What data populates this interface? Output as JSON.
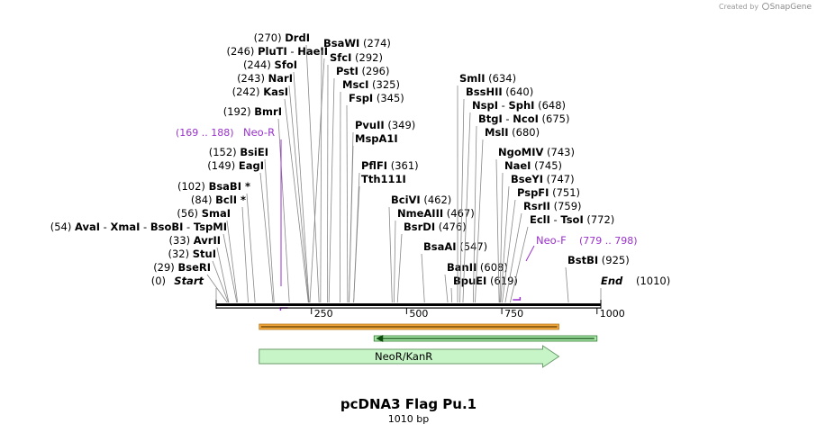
{
  "credit": {
    "created_by": "Created by",
    "brand": "SnapGene"
  },
  "sequence": {
    "name": "pcDNA3 Flag Pu.1",
    "length_label": "1010 bp",
    "length": 1010
  },
  "ruler": {
    "ticks": [
      250,
      500,
      750,
      1000
    ]
  },
  "colors": {
    "backbone": "#000000",
    "primer": "#9933cc",
    "feature_orange": "#f2a53a",
    "feature_green": "#2e7d2e",
    "arrow_fill": "#c8f5c8",
    "arrow_stroke": "#6a9a6a"
  },
  "ends": [
    {
      "name": "Start",
      "pos": "(0)",
      "bp": 0
    },
    {
      "name": "End",
      "pos": "(1010)",
      "bp": 1010
    }
  ],
  "enzymes_left": [
    {
      "pos": "(270)",
      "name": "DrdI",
      "bp": 270
    },
    {
      "pos": "(246)",
      "name": "PluTI",
      "sep": "-",
      "name2": "HaeII",
      "bp": 246
    },
    {
      "pos": "(244)",
      "name": "SfoI",
      "bp": 244
    },
    {
      "pos": "(243)",
      "name": "NarI",
      "bp": 243
    },
    {
      "pos": "(242)",
      "name": "KasI",
      "bp": 242
    },
    {
      "pos": "(192)",
      "name": "BmrI",
      "bp": 192
    },
    {
      "pos": "(152)",
      "name": "BsiEI",
      "bp": 152
    },
    {
      "pos": "(149)",
      "name": "EagI",
      "bp": 149
    },
    {
      "pos": "(102)",
      "name": "BsaBI *",
      "bp": 102
    },
    {
      "pos": "(84)",
      "name": "BclI *",
      "bp": 84
    },
    {
      "pos": "(56)",
      "name": "SmaI",
      "bp": 56
    },
    {
      "pos": "(54)",
      "name": "AvaI",
      "sep": "-",
      "name2": "XmaI",
      "sep2": "-",
      "name3": "BsoBI",
      "sep3": "-",
      "name4": "TspMI",
      "bp": 54
    },
    {
      "pos": "(33)",
      "name": "AvrII",
      "bp": 33
    },
    {
      "pos": "(32)",
      "name": "StuI",
      "bp": 32
    },
    {
      "pos": "(29)",
      "name": "BseRI",
      "bp": 29
    }
  ],
  "enzymes_right": [
    {
      "name": "BsaWI",
      "pos": "(274)",
      "bp": 274
    },
    {
      "name": "SfcI",
      "pos": "(292)",
      "bp": 292
    },
    {
      "name": "PstI",
      "pos": "(296)",
      "bp": 296
    },
    {
      "name": "MscI",
      "pos": "(325)",
      "bp": 325
    },
    {
      "name": "FspI",
      "pos": "(345)",
      "bp": 345
    },
    {
      "name": "PvuII",
      "pos": "(349)",
      "bp": 349
    },
    {
      "name": "MspA1I",
      "pos": "",
      "bp": 349
    },
    {
      "name": "PflFI",
      "pos": "(361)",
      "bp": 361
    },
    {
      "name": "Tth111I",
      "pos": "",
      "bp": 361
    },
    {
      "name": "BciVI",
      "pos": "(462)",
      "bp": 462
    },
    {
      "name": "NmeAIII",
      "pos": "(467)",
      "bp": 467
    },
    {
      "name": "BsrDI",
      "pos": "(476)",
      "bp": 476
    },
    {
      "name": "BsaAI",
      "pos": "(547)",
      "bp": 547
    },
    {
      "name": "BanII",
      "pos": "(608)",
      "bp": 608
    },
    {
      "name": "BpuEI",
      "pos": "(619)",
      "bp": 619
    },
    {
      "name": "SmlI",
      "pos": "(634)",
      "bp": 634
    },
    {
      "name": "BssHII",
      "pos": "(640)",
      "bp": 640
    },
    {
      "name": "NspI",
      "sep": "-",
      "name2": "SphI",
      "pos": "(648)",
      "bp": 648
    },
    {
      "name": "BtgI",
      "sep": "-",
      "name2": "NcoI",
      "pos": "(675)",
      "bp": 675
    },
    {
      "name": "MslI",
      "pos": "(680)",
      "bp": 680
    },
    {
      "name": "NgoMIV",
      "pos": "(743)",
      "bp": 743
    },
    {
      "name": "NaeI",
      "pos": "(745)",
      "bp": 745
    },
    {
      "name": "BseYI",
      "pos": "(747)",
      "bp": 747
    },
    {
      "name": "PspFI",
      "pos": "(751)",
      "bp": 751
    },
    {
      "name": "RsrII",
      "pos": "(759)",
      "bp": 759
    },
    {
      "name": "EclI",
      "sep": "-",
      "name2": "TsoI",
      "pos": "(772)",
      "bp": 772
    },
    {
      "name": "BstBI",
      "pos": "(925)",
      "bp": 925
    }
  ],
  "primers": [
    {
      "name": "Neo-R",
      "range": "(169 .. 188)",
      "start": 169,
      "end": 188,
      "direction": "reverse"
    },
    {
      "name": "Neo-F",
      "range": "(779 .. 798)",
      "start": 779,
      "end": 798,
      "direction": "forward"
    }
  ],
  "features": [
    {
      "type": "orange-bar",
      "start": 113,
      "end": 900,
      "direction": "both"
    },
    {
      "type": "green-bar",
      "start": 424,
      "end": 1000,
      "direction": "reverse"
    },
    {
      "type": "arrow",
      "label": "NeoR/KanR",
      "start": 113,
      "end": 900,
      "direction": "forward"
    }
  ]
}
